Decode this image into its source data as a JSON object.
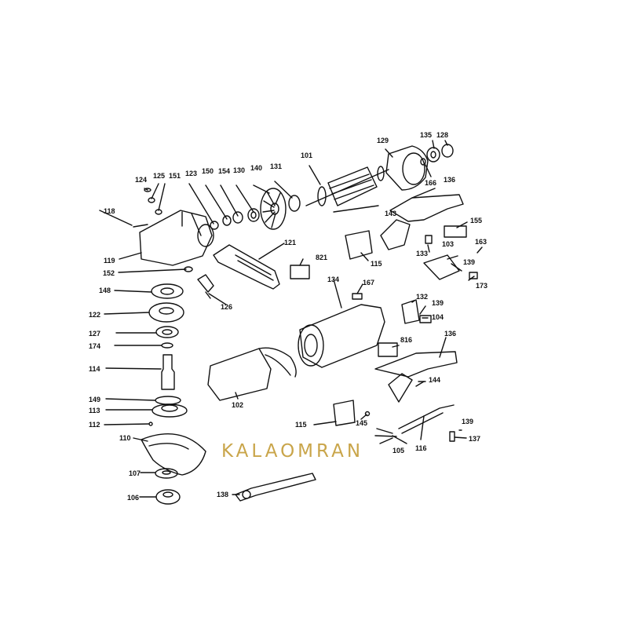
{
  "watermark": {
    "text": "KALAOMRAN",
    "color": "#c9a54a"
  },
  "diagram": {
    "line_color": "#111111",
    "part_numbers": [
      "124",
      "125",
      "151",
      "123",
      "150",
      "154",
      "130",
      "140",
      "131",
      "101",
      "143",
      "129",
      "135",
      "128",
      "166",
      "136",
      "155",
      "163",
      "133",
      "103",
      "139",
      "173",
      "118",
      "119",
      "121",
      "821",
      "115",
      "152",
      "126",
      "148",
      "134",
      "167",
      "132",
      "139",
      "104",
      "122",
      "127",
      "174",
      "816",
      "136",
      "114",
      "102",
      "144",
      "149",
      "113",
      "112",
      "110",
      "115",
      "145",
      "139",
      "105",
      "116",
      "137",
      "107",
      "106",
      "138"
    ]
  }
}
